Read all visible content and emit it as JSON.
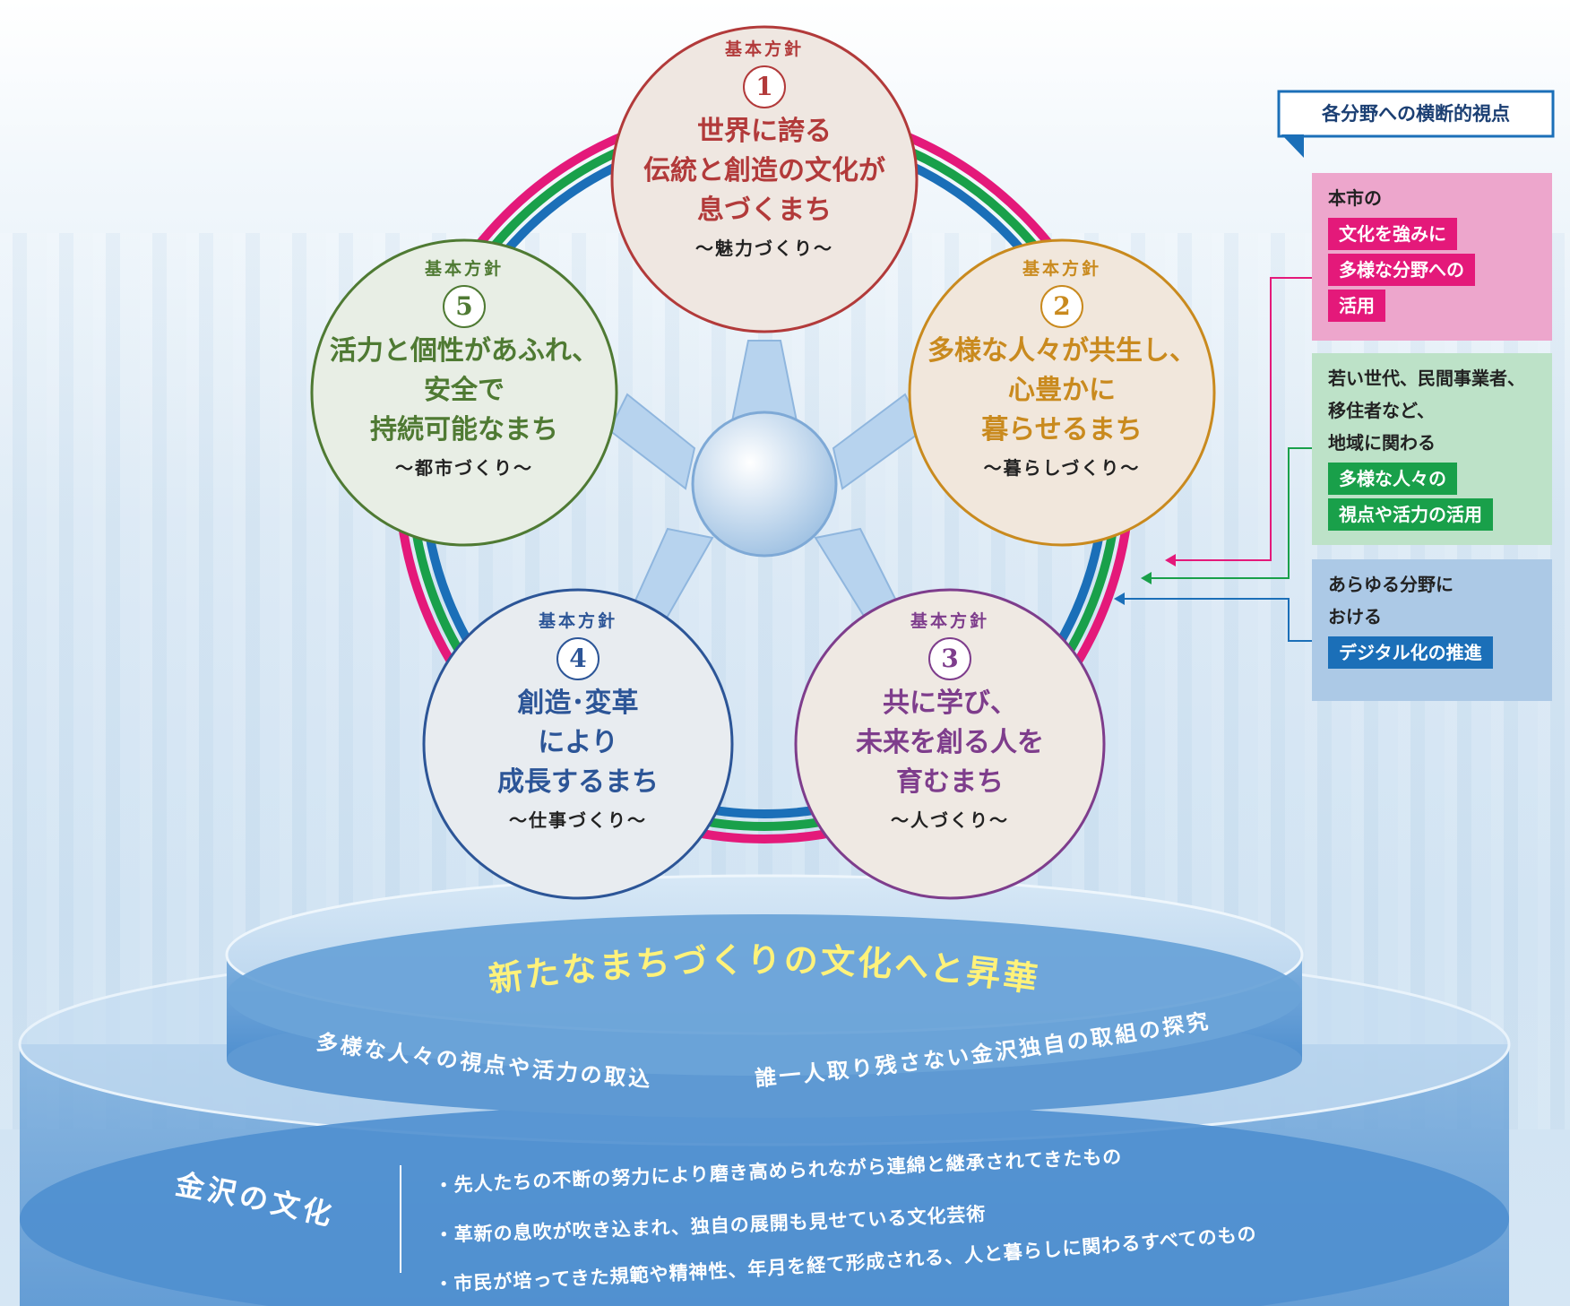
{
  "pillars": [
    {
      "label": "基本方針",
      "num": "1",
      "lines": [
        "世界に誇る",
        "伝統と創造の文化が",
        "息づくまち"
      ],
      "sub": "～魅力づくり～",
      "color": "#b23a3a"
    },
    {
      "label": "基本方針",
      "num": "2",
      "lines": [
        "多様な人々が共生し、",
        "心豊かに",
        "暮らせるまち"
      ],
      "sub": "～暮らしづくり～",
      "color": "#c98a1e"
    },
    {
      "label": "基本方針",
      "num": "3",
      "lines": [
        "共に学び、",
        "未来を創る人を",
        "育むまち"
      ],
      "sub": "～人づくり～",
      "color": "#7e3d8c"
    },
    {
      "label": "基本方針",
      "num": "4",
      "lines": [
        "創造･変革",
        "により",
        "成長するまち"
      ],
      "sub": "～仕事づくり～",
      "color": "#2c5597"
    },
    {
      "label": "基本方針",
      "num": "5",
      "lines": [
        "活力と個性があふれ、",
        "安全で",
        "持続可能なまち"
      ],
      "sub": "～都市づくり～",
      "color": "#4f7a33"
    }
  ],
  "sidebar": {
    "header": "各分野への横断的視点",
    "boxes": [
      {
        "plain": [
          "本市の"
        ],
        "highlights": [
          "文化を強みに",
          "多様な分野への",
          "活用"
        ],
        "bg": "#ea9cc6",
        "hl": "#e4197a"
      },
      {
        "plain": [
          "若い世代、民間事業者、",
          "移住者など、",
          "地域に関わる"
        ],
        "highlights": [
          "多様な人々の",
          "視点や活力の活用"
        ],
        "bg": "#b9e0c4",
        "hl": "#19a04a"
      },
      {
        "plain": [
          "あらゆる分野に",
          "おける"
        ],
        "highlights": [
          "デジタル化の推進"
        ],
        "bg": "#a9c9e8",
        "hl": "#1b6fb8"
      }
    ]
  },
  "upper_disc": {
    "title": "新たなまちづくりの文化へと昇華",
    "left": "多様な人々の視点や活力の取込",
    "right": "誰一人取り残さない金沢独自の取組の探究"
  },
  "lower_disc": {
    "heading": "金沢の文化",
    "bullets": [
      "・先人たちの不断の努力により磨き高められながら連綿と継承されてきたもの",
      "・革新の息吹が吹き込まれ、独自の展開も見せている文化芸術",
      "・市民が培ってきた規範や精神性、年月を経て形成される、人と暮らしに関わるすべてのもの"
    ]
  }
}
